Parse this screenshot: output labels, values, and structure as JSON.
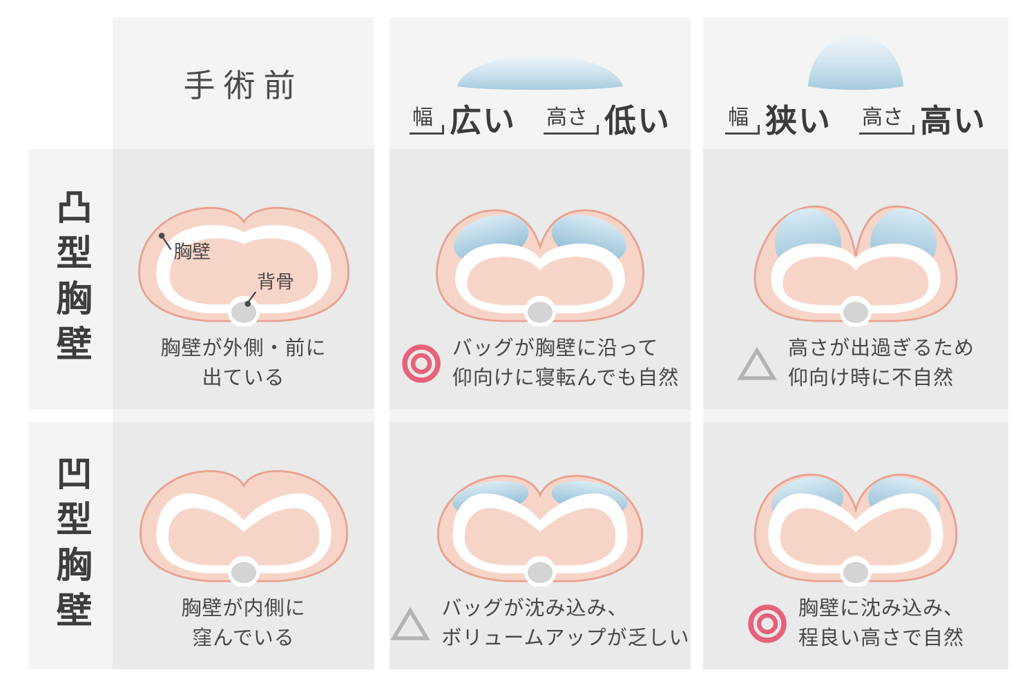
{
  "header": {
    "col1": {
      "title": "手術前"
    },
    "col2": {
      "implant_icon": "wide-low-implant-icon",
      "width_label": "幅",
      "width_value": "広い",
      "height_label": "高さ",
      "height_value": "低い"
    },
    "col3": {
      "implant_icon": "narrow-high-implant-icon",
      "width_label": "幅",
      "width_value": "狭い",
      "height_label": "高さ",
      "height_value": "高い"
    }
  },
  "rows": [
    {
      "label": "凸型胸壁",
      "cells": [
        {
          "illustration": "convex-chest-pre-op",
          "labels": {
            "chest_wall": "胸壁",
            "spine": "背骨"
          },
          "caption_line1": "胸壁が外側・前に",
          "caption_line2": "出ている"
        },
        {
          "illustration": "convex-chest-wide-implant",
          "icon": "double-circle",
          "caption_line1": "バッグが胸壁に沿って",
          "caption_line2": "仰向けに寝転んでも自然"
        },
        {
          "illustration": "convex-chest-high-implant",
          "icon": "triangle",
          "caption_line1": "高さが出過ぎるため",
          "caption_line2": "仰向け時に不自然"
        }
      ]
    },
    {
      "label": "凹型胸壁",
      "cells": [
        {
          "illustration": "concave-chest-pre-op",
          "caption_line1": "胸壁が内側に",
          "caption_line2": "窪んでいる"
        },
        {
          "illustration": "concave-chest-wide-implant",
          "icon": "triangle",
          "caption_line1": "バッグが沈み込み、",
          "caption_line2": "ボリュームアップが乏しい"
        },
        {
          "illustration": "concave-chest-high-implant",
          "icon": "double-circle",
          "caption_line1": "胸壁に沈み込み、",
          "caption_line2": "程良い高さで自然"
        }
      ]
    }
  ],
  "colors": {
    "cell_bg": "#e9eae9",
    "panel_bg": "#f3f4f3",
    "chest_fill": "#f7d4c8",
    "chest_outline": "#e8a292",
    "implant_blue_top": "#d8ebf4",
    "implant_blue_bottom": "#8db9d2",
    "spine_gray": "#d4d4d4",
    "good_icon_red": "#e8617a",
    "caution_icon_gray": "#b3b3b3",
    "text_dark": "#474747"
  }
}
